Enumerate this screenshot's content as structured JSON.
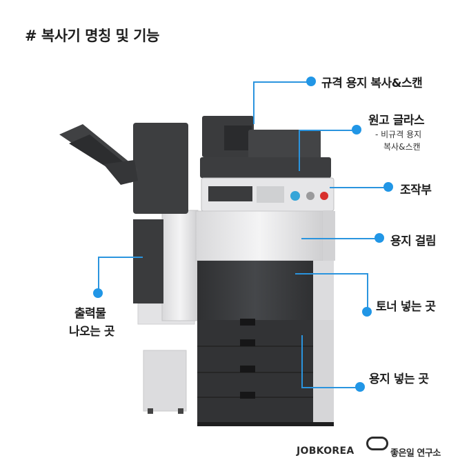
{
  "title": "# 복사기 명칭 및 기능",
  "labels": {
    "standard_copy": "규격 용지 복사&스캔",
    "glass": "원고 글라스",
    "glass_sub1": "- 비규격 용지",
    "glass_sub2": "복사&스캔",
    "panel": "조작부",
    "jam": "용지 걸림",
    "toner": "토너 넣는 곳",
    "paper": "용지 넣는 곳",
    "output1": "출력물",
    "output2": "나오는 곳"
  },
  "brand": {
    "name": "JOBKOREA",
    "lab": "좋은일 연구소"
  },
  "colors": {
    "accent": "#2196e6",
    "body_dark": "#3a3b3d",
    "body_light": "#e9e9ea"
  }
}
